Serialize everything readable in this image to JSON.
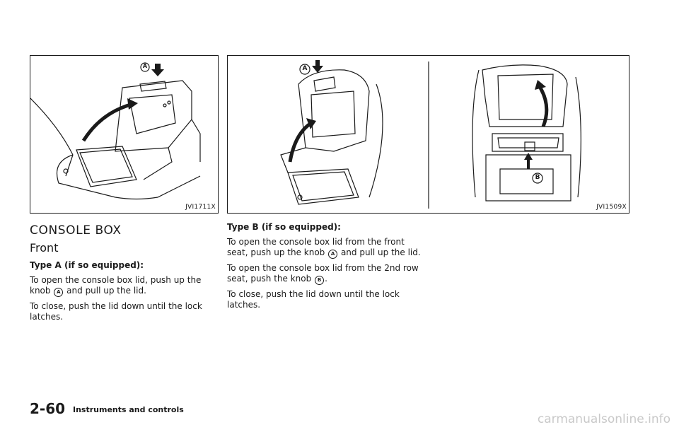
{
  "figures": {
    "left": {
      "code": "JVI1711X",
      "callout": "A"
    },
    "right": {
      "code": "JVI1509X",
      "callout_a": "A",
      "callout_b": "B"
    }
  },
  "section": {
    "title": "CONSOLE BOX",
    "subtitle": "Front"
  },
  "type_a": {
    "heading": "Type A (if so equipped):",
    "p1_before": "To open the console box lid, push up the knob",
    "p1_knob": "A",
    "p1_after": "and pull up the lid.",
    "p2": "To close, push the lid down until the lock latches."
  },
  "type_b": {
    "heading": "Type B (if so equipped):",
    "p1_before": "To open the console box lid from the front seat, push up the knob",
    "p1_knob": "A",
    "p1_after": "and pull up the lid.",
    "p2_before": "To open the console box lid from the 2nd row seat, push the knob",
    "p2_knob": "B",
    "p2_after": ".",
    "p3": "To close, push the lid down until the lock latches."
  },
  "footer": {
    "page": "2-60",
    "section": "Instruments and controls"
  },
  "watermark": "carmanualsonline.info"
}
